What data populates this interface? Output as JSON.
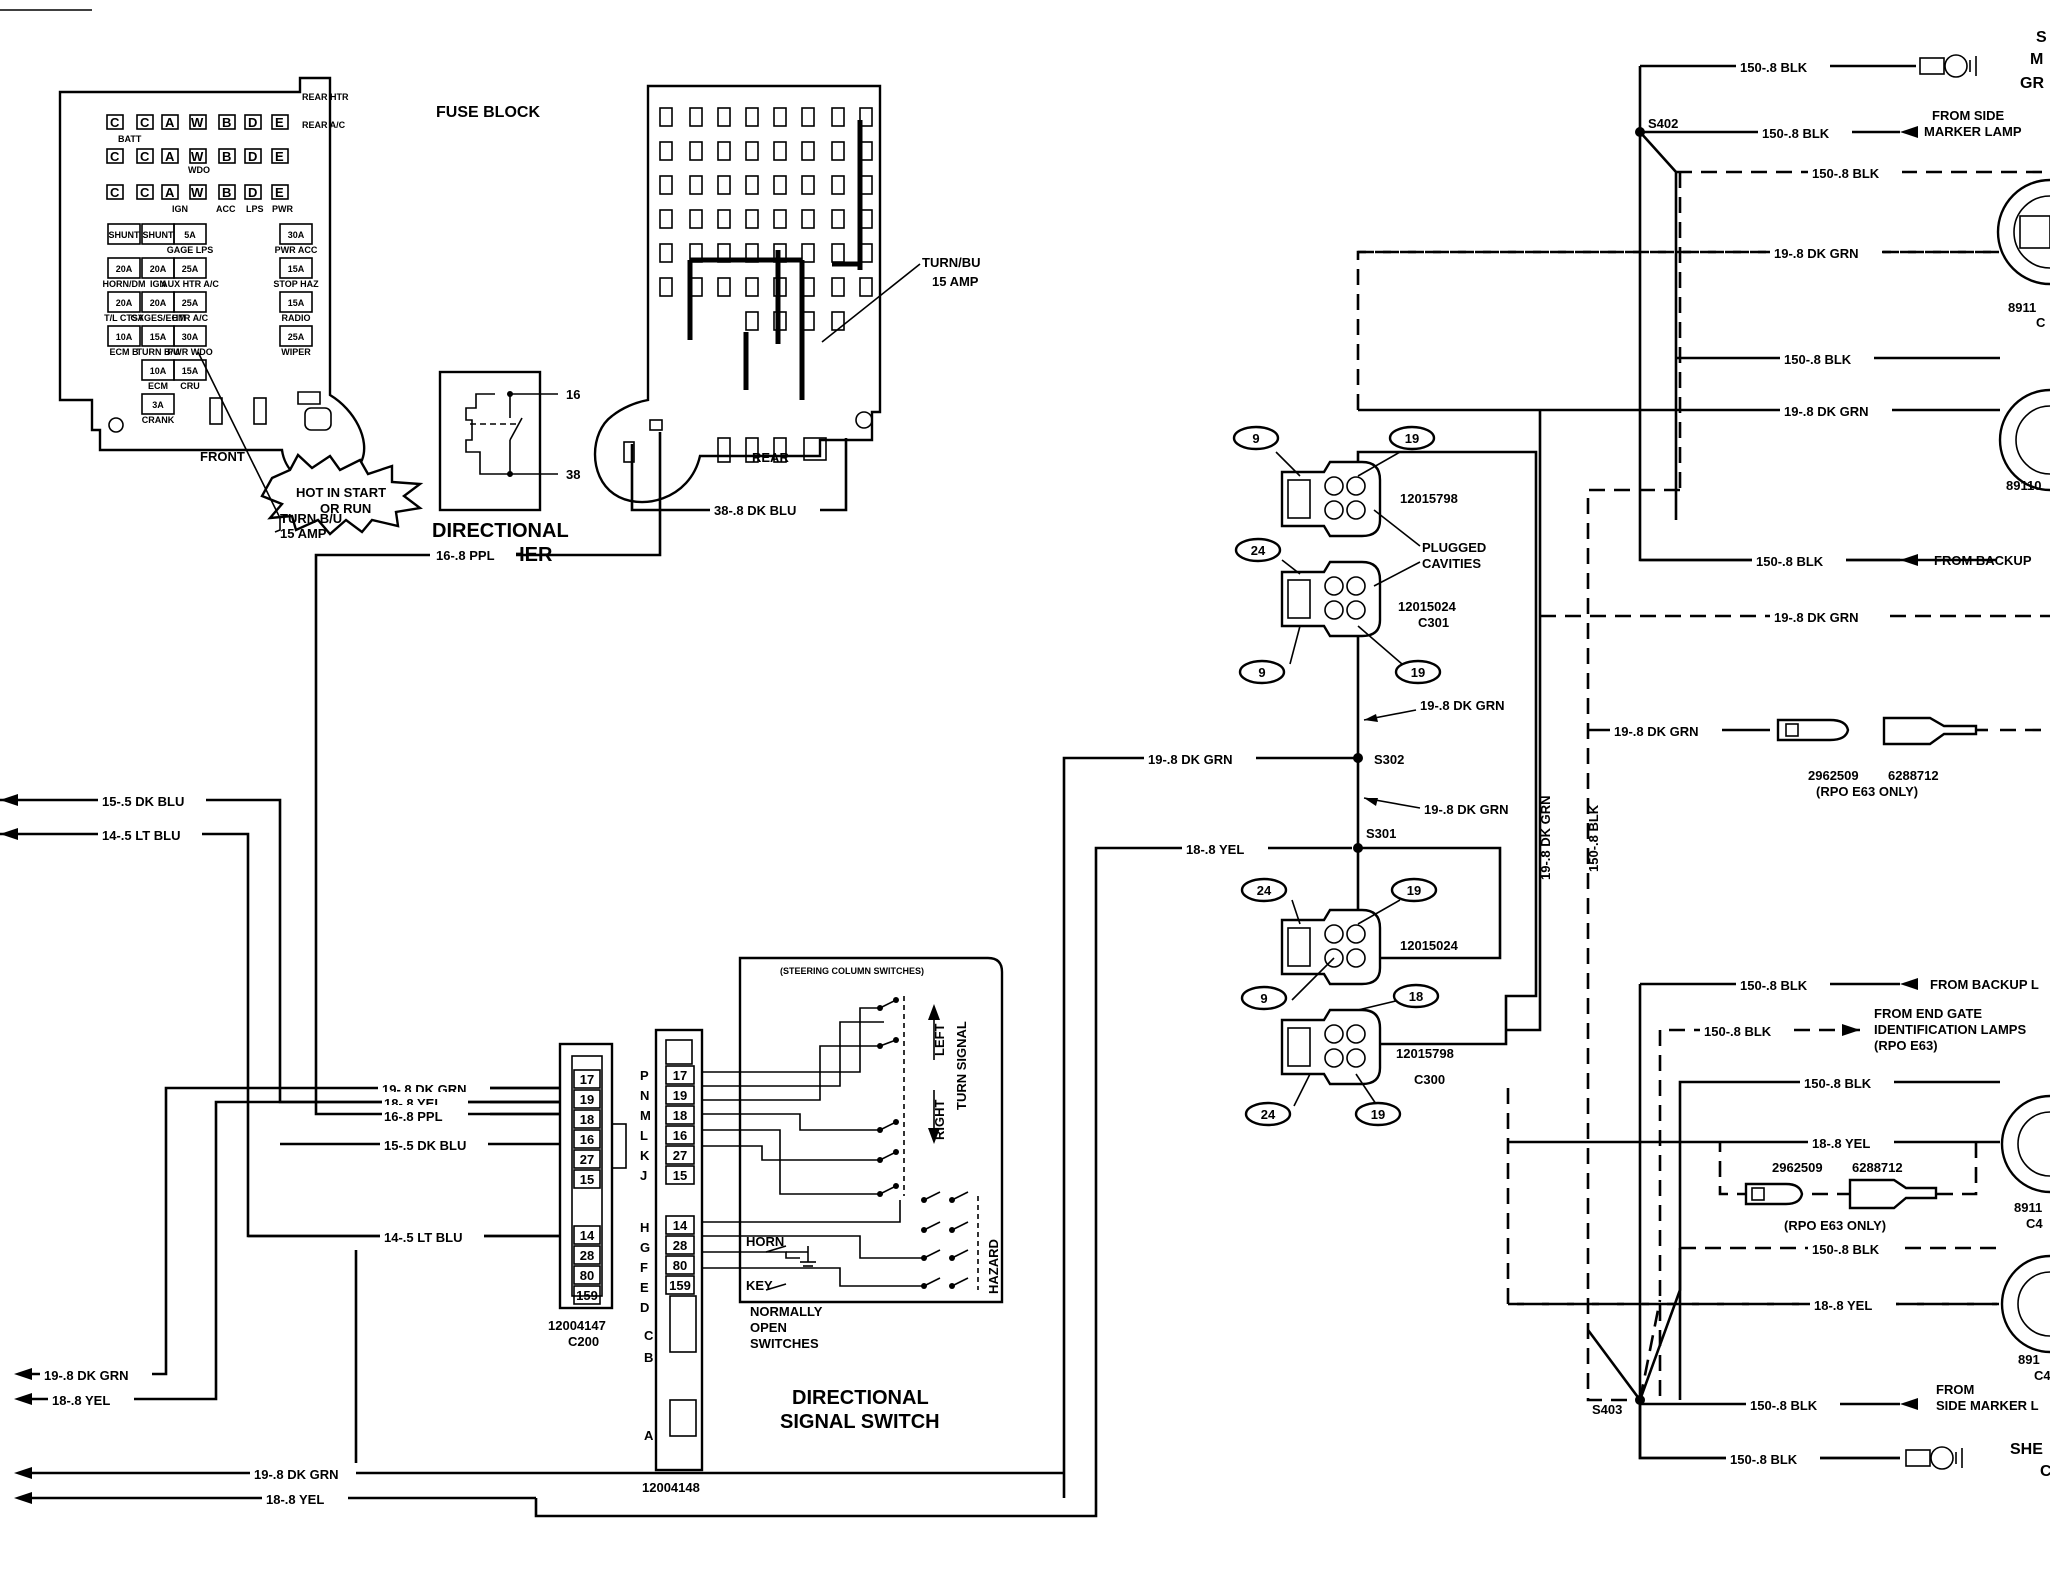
{
  "titles": {
    "fuse_block": "FUSE BLOCK",
    "flasher_1": "DIRECTIONAL",
    "flasher_2": "FLASHER",
    "switch_1": "DIRECTIONAL",
    "switch_2": "SIGNAL SWITCH"
  },
  "fuse_block": {
    "front": "FRONT",
    "rear": "REAR",
    "hot_1": "HOT IN START",
    "hot_2": "OR RUN",
    "turn_bu_1": "TURN B/U",
    "turn_bu_2": "15 AMP",
    "turn_bu_rear_1": "TURN/BU",
    "turn_bu_rear_2": "15 AMP",
    "row1": [
      "C",
      "C",
      "A",
      "W",
      "B",
      "D",
      "E"
    ],
    "batt": "BATT",
    "wdo": "WDO",
    "ign": "IGN",
    "acc": "ACC",
    "lps": "LPS",
    "pwr": "PWR",
    "rear_htr": "REAR HTR",
    "rear_ac": "REAR A/C",
    "fuses": [
      [
        "SHUNT",
        "SHUNT",
        "5A",
        "",
        "30A"
      ],
      [
        "20A",
        "20A",
        "25A",
        "",
        "15A"
      ],
      [
        "20A",
        "20A",
        "25A",
        "",
        "15A"
      ],
      [
        "10A",
        "15A",
        "30A",
        "",
        "25A"
      ],
      [
        "",
        "10A",
        "15A",
        "",
        ""
      ],
      [
        "",
        "3A",
        "",
        "",
        ""
      ]
    ],
    "fuse_labels": [
      [
        "",
        "",
        "GAGE LPS",
        "",
        "PWR ACC"
      ],
      [
        "HORN/DM",
        "IGN",
        "AUX HTR A/C",
        "",
        "STOP HAZ"
      ],
      [
        "T/L CTSY",
        "GAGES/ECM",
        "HTR A/C",
        "",
        "RADIO"
      ],
      [
        "ECM B",
        "TURN B/U",
        "PWR WDO",
        "",
        "WIPER"
      ],
      [
        "",
        "ECM",
        "CRU",
        "",
        ""
      ],
      [
        "",
        "CRANK",
        "",
        "",
        ""
      ]
    ]
  },
  "flasher": {
    "pin_top": "16",
    "pin_bottom": "38"
  },
  "wires": {
    "w16_ppl": "16-.8 PPL",
    "w38_dkblu": "38-.8 DK BLU",
    "w15_dkblu": "15-.5 DK BLU",
    "w14_ltblu": "14-.5 LT BLU",
    "w19_dkgrn": "19-.8 DK GRN",
    "w18_yel": "18-.8 YEL",
    "w16_ppl_b": "16-.8 PPL",
    "w15_dkblu_b": "15-.5 DK BLU",
    "w14_ltblu_b": "14-.5 LT BLU",
    "w19_l1": "19-.8 DK GRN",
    "w18_l1": "18-.8 YEL",
    "w19_l2": "19-.8 DK GRN",
    "w18_l2": "18-.8 YEL",
    "w19_s302_l": "19-.8 DK GRN",
    "w19_s302_up": "19-.8 DK GRN",
    "w19_s302_dn": "19-.8 DK GRN",
    "w18_s301": "18-.8 YEL",
    "w19_vert": "19-.8 DK GRN",
    "w150_vert": "150-.8 BLK"
  },
  "c200": {
    "part": "12004147",
    "name": "C200",
    "pins_top": [
      "17",
      "19",
      "18",
      "16",
      "27",
      "15"
    ],
    "pins_bot": [
      "14",
      "28",
      "80",
      "159"
    ]
  },
  "c_switch": {
    "part": "12004148",
    "pins_top": [
      "17",
      "19",
      "18",
      "16",
      "27",
      "15"
    ],
    "pins_bot": [
      "14",
      "28",
      "80",
      "159"
    ],
    "letters_top": [
      "P",
      "N",
      "M",
      "L",
      "K",
      "J"
    ],
    "letters_bot": [
      "H",
      "G",
      "F",
      "E",
      "D"
    ],
    "letters_low": [
      "C",
      "B",
      "A"
    ]
  },
  "switch": {
    "steering": "(STEERING COLUMN SWITCHES)",
    "left": "LEFT",
    "right": "RIGHT",
    "turn_signal": "TURN SIGNAL",
    "hazard": "HAZARD",
    "horn": "HORN",
    "key": "KEY",
    "normally_1": "NORMALLY",
    "normally_2": "OPEN",
    "normally_3": "SWITCHES"
  },
  "connectors": {
    "c301_top_part": "12015798",
    "plugged_1": "PLUGGED",
    "plugged_2": "CAVITIES",
    "c301_part": "12015024",
    "c301_name": "C301",
    "c300_top_part": "12015024",
    "c300_part": "12015798",
    "c300_name": "C300",
    "bubbles": [
      "9",
      "19",
      "24",
      "9",
      "19",
      "24",
      "19",
      "9",
      "18",
      "24",
      "19"
    ],
    "s302": "S302",
    "s301": "S301"
  },
  "right": {
    "blk1": "150-.8 BLK",
    "blk2": "150-.8 BLK",
    "blk3": "150-.8 BLK",
    "grn1": "19-.8 DK GRN",
    "blk4": "150-.8 BLK",
    "grn2": "19-.8 DK GRN",
    "blk5": "150-.8 BLK",
    "grn3": "19-.8 DK GRN",
    "grn4": "19-.8 DK GRN",
    "s402": "S402",
    "s403": "S403",
    "from_side_1": "FROM SIDE",
    "from_side_2": "MARKER LAMP",
    "from_backup": "FROM BACKUP",
    "from_backup_2": "FROM BACKUP L",
    "top_1": "S",
    "top_2": "M",
    "top_3": "GR",
    "p8911_a": "8911",
    "c4a": "C",
    "p8911_b": "89110",
    "part_2962509": "2962509",
    "part_6288712": "6288712",
    "rpo_1": "(RPO E63 ONLY)",
    "blk6": "150-.8 BLK",
    "blk7": "150-.8 BLK",
    "from_end_1": "FROM END GATE",
    "from_end_2": "IDENTIFICATION LAMPS",
    "from_end_3": "(RPO E63)",
    "blk8": "150-.8 BLK",
    "yel1": "18-.8 YEL",
    "part_2962509_b": "2962509",
    "part_6288712_b": "6288712",
    "rpo_2": "(RPO E63 ONLY)",
    "blk9": "150-.8 BLK",
    "p8911_c": "8911",
    "c41": "C4",
    "yel2": "18-.8 YEL",
    "p8911_d": "891",
    "c4d": "C4",
    "blk10": "150-.8 BLK",
    "from_side_3": "FROM",
    "from_side_4": "SIDE MARKER L",
    "blk11": "150-.8 BLK",
    "she": "SHE",
    "she2": "C"
  }
}
